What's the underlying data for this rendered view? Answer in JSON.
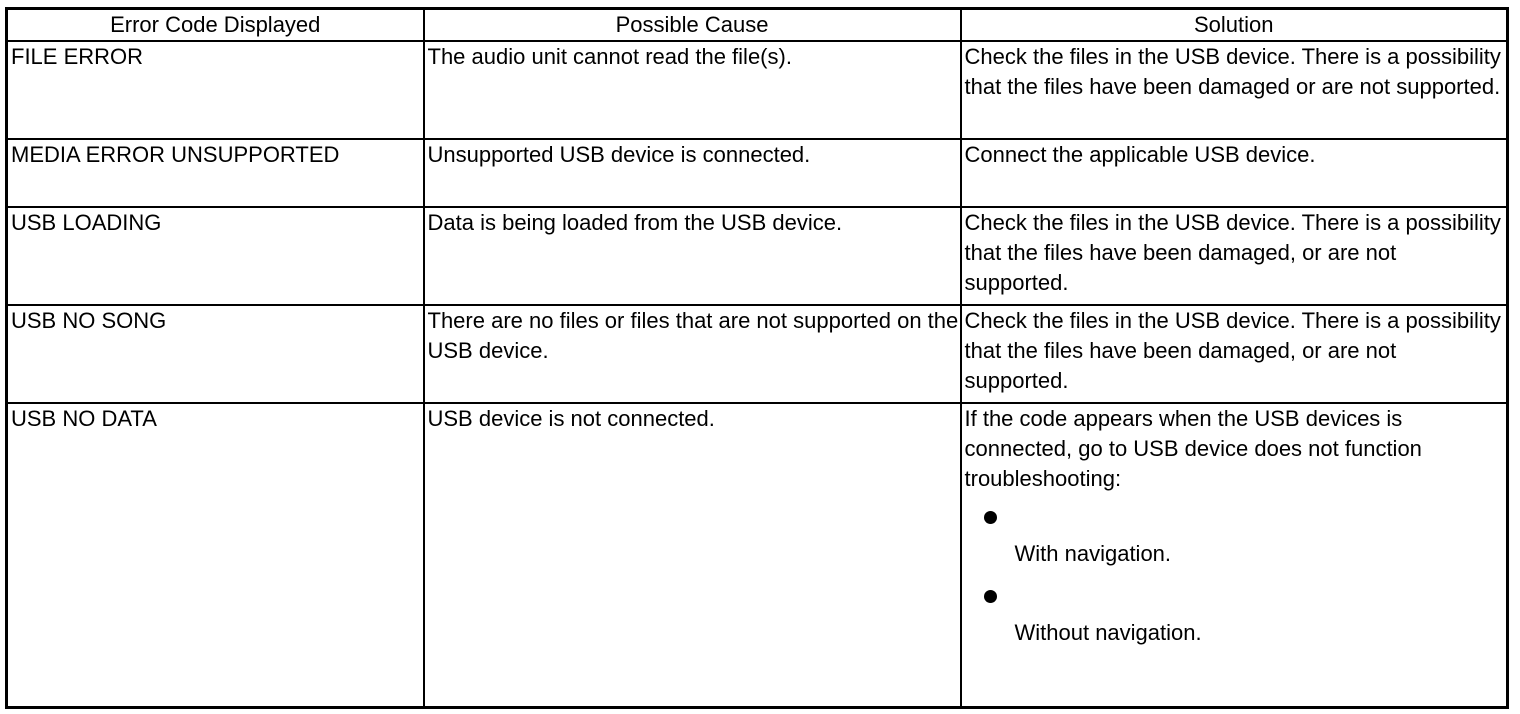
{
  "table": {
    "headers": [
      "Error Code Displayed",
      "Possible Cause",
      "Solution"
    ],
    "rows": [
      {
        "code": "FILE ERROR",
        "cause": "The audio unit cannot read the file(s).",
        "solution": "Check the files in the USB device. There is a possibility that the files have been damaged or are not supported."
      },
      {
        "code": "MEDIA ERROR UNSUPPORTED",
        "cause": "Unsupported USB device is connected.",
        "solution": "Connect the applicable USB device."
      },
      {
        "code": "USB LOADING",
        "cause": "Data is being loaded from the USB device.",
        "solution": "Check the files in the USB device. There is a possibility that the files have been damaged, or are not supported."
      },
      {
        "code": "USB NO SONG",
        "cause": "There are no files or files that are not supported on the USB device.",
        "solution": "Check the files in the USB device. There is a possibility that the files have been damaged, or are not supported."
      },
      {
        "code": "USB NO DATA",
        "cause": "USB device is not connected.",
        "solution": "If the code appears when the USB devices is connected, go to USB device does not function troubleshooting:",
        "bullets": [
          "With navigation.",
          "Without navigation."
        ]
      }
    ]
  }
}
